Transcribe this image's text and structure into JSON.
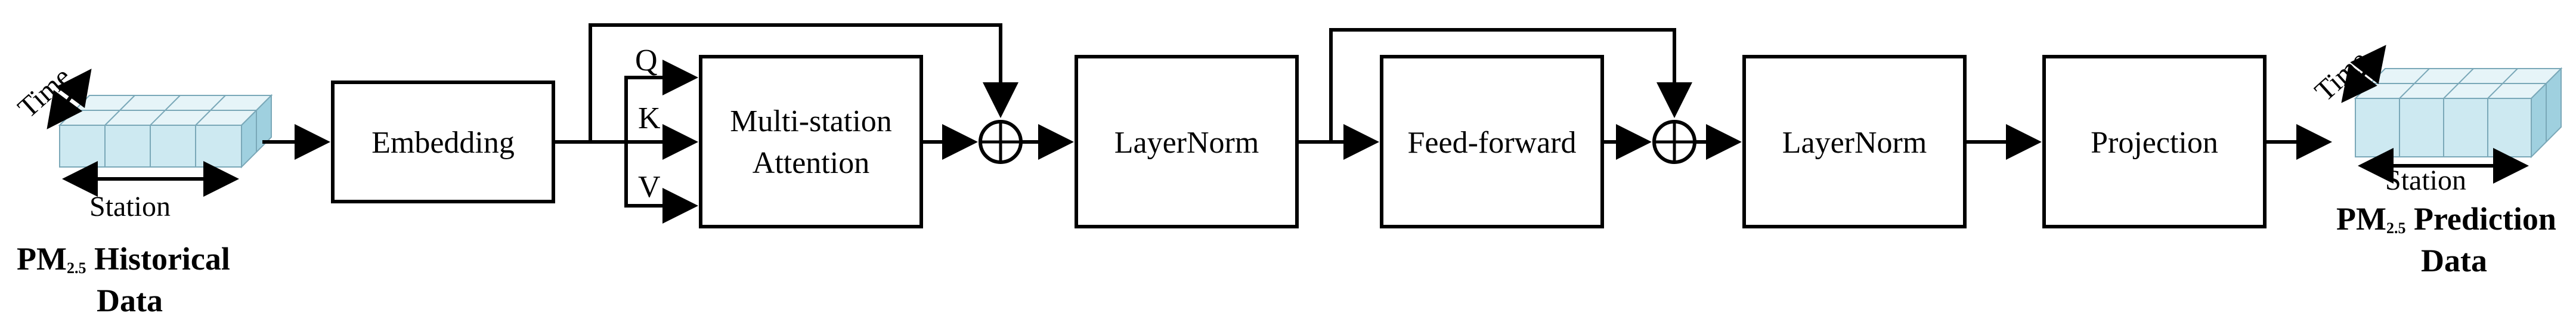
{
  "input": {
    "time_label": "Time",
    "station_label": "Station",
    "caption_prefix": "PM",
    "caption_subscript": "2.5",
    "caption_line1_rest": " Historical",
    "caption_line2": "Data"
  },
  "output": {
    "time_label": "Time",
    "station_label": "Station",
    "caption_prefix": "PM",
    "caption_subscript": "2.5",
    "caption_line1_rest": " Prediction",
    "caption_line2": "Data"
  },
  "blocks": {
    "embedding": "Embedding",
    "attention_line1": "Multi-station",
    "attention_line2": "Attention",
    "layernorm1": "LayerNorm",
    "feedforward": "Feed-forward",
    "layernorm2": "LayerNorm",
    "projection": "Projection"
  },
  "attention_inputs": {
    "q": "Q",
    "k": "K",
    "v": "V"
  },
  "colors": {
    "cube_top": "#e6f4f8",
    "cube_front": "#cde9f1",
    "cube_side": "#9fd0df",
    "stroke": "#000000"
  }
}
